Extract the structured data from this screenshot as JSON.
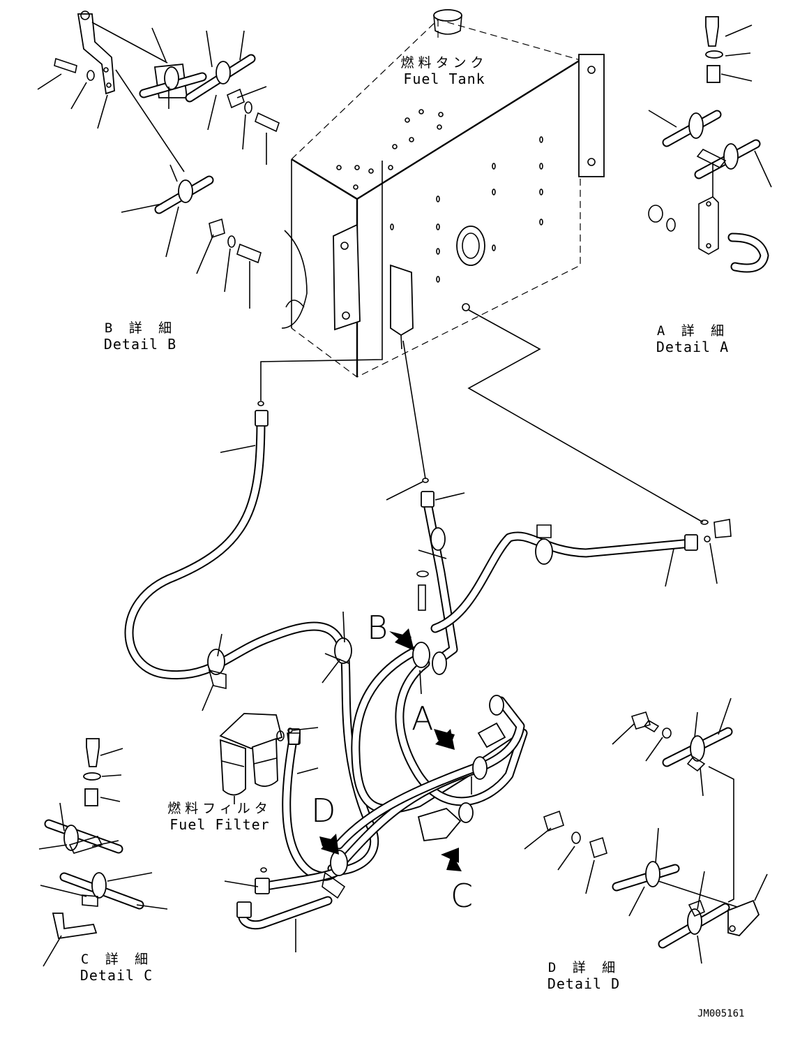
{
  "fuel_tank": {
    "label_jp": "燃料タンク",
    "label_en": "Fuel Tank"
  },
  "fuel_filter": {
    "label_jp": "燃料フィルタ",
    "label_en": "Fuel Filter"
  },
  "details": {
    "a": {
      "label_jp": "A 詳 細",
      "label_en": "Detail A"
    },
    "b": {
      "label_jp": "B 詳 細",
      "label_en": "Detail B"
    },
    "c": {
      "label_jp": "C 詳 細",
      "label_en": "Detail C"
    },
    "d": {
      "label_jp": "D 詳 細",
      "label_en": "Detail D"
    }
  },
  "view_markers": [
    "A",
    "B",
    "C",
    "D"
  ],
  "drawing_code": "JM005161"
}
